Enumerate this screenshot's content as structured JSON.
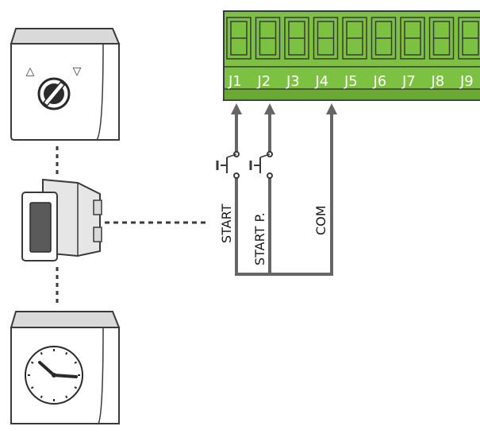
{
  "terminal_block": {
    "color": "#7dc142",
    "terminals": [
      "J1",
      "J2",
      "J3",
      "J4",
      "J5",
      "J6",
      "J7",
      "J8",
      "J9"
    ]
  },
  "wires": {
    "start_label": "START",
    "start_p_label": "START P.",
    "com_label": "COM"
  },
  "key_selector": {
    "left_arrow": "△",
    "right_arrow": "▽"
  },
  "colors": {
    "outline": "#3a3a3a",
    "wire": "#666666",
    "lens": "#5a5a5a",
    "terminal_green": "#7dc142"
  }
}
